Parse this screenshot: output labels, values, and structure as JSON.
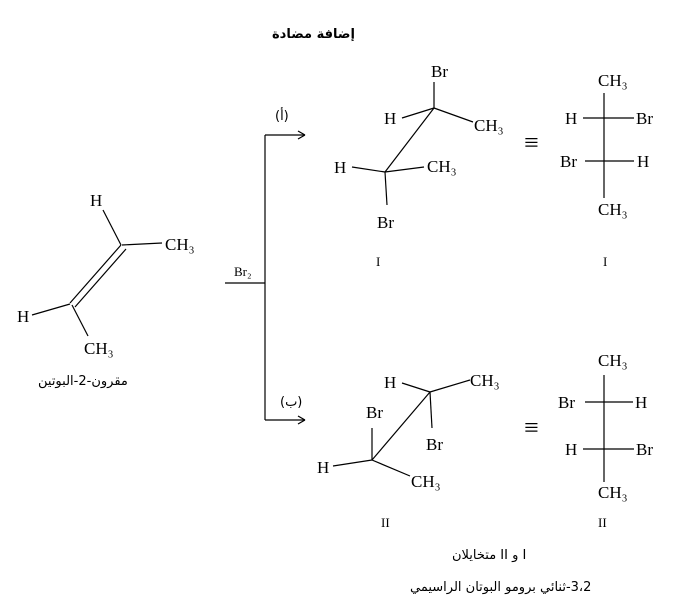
{
  "title": "إضافة مضادة",
  "reactant": {
    "name": "مقرون-2-البوتين",
    "H": "H",
    "CH3": "CH₃"
  },
  "reagent": "Br₂",
  "path_labels": {
    "a": "(أ)",
    "b": "(ب)"
  },
  "atoms": {
    "H": "H",
    "Br": "Br",
    "CH3": "CH₃"
  },
  "equivalent_sign": "≡",
  "product_labels": {
    "I": "I",
    "II": "II"
  },
  "footer": {
    "line1": "I و II متخايلان",
    "line2": "3،2-ثنائي برومو البوتان الراسيمي"
  }
}
